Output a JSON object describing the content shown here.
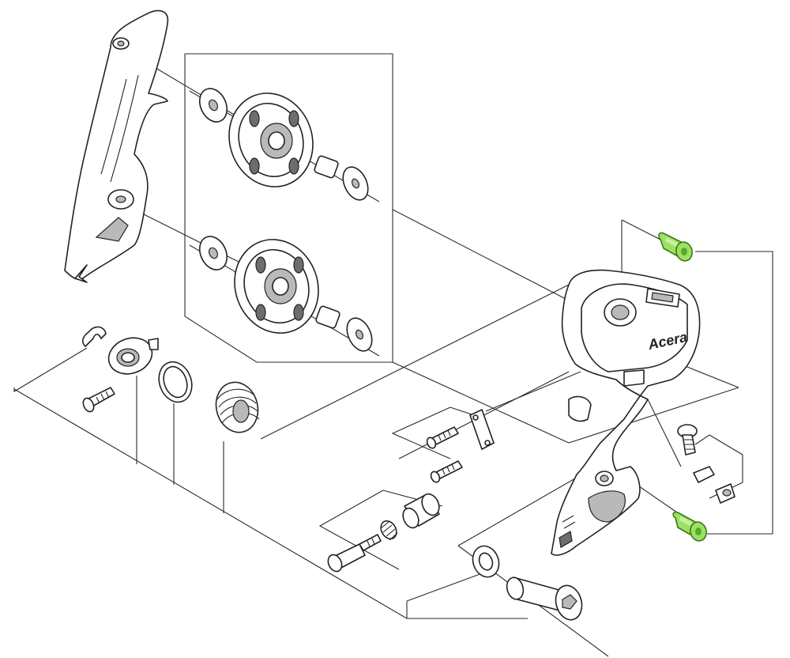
{
  "brand_label": "Acera",
  "colors": {
    "line": "#2a2a2a",
    "part_fill": "#ffffff",
    "shading": "#b9b9b9",
    "highlight_fill": "#9ee064",
    "highlight_stroke": "#3a7a10"
  },
  "highlighted_parts": [
    "cable-adjust-bolt-top",
    "cable-adjust-bolt-bottom"
  ]
}
